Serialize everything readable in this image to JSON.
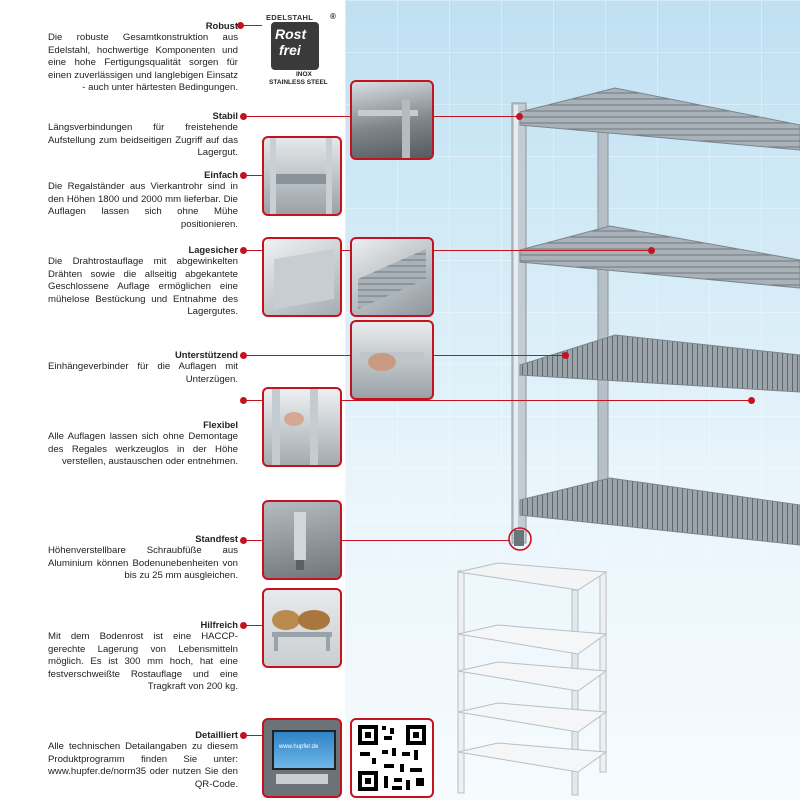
{
  "sections": [
    {
      "id": "robust",
      "title": "Robust",
      "text": "Die robuste Gesamtkonstruktion aus Edelstahl, hochwertige Komponenten und eine hohe Fertigungsqualität sorgen für einen zuverlässigen und langlebigen Einsatz - auch unter härtesten Bedingungen."
    },
    {
      "id": "stabil",
      "title": "Stabil",
      "text": "Längsverbindungen für freistehende Aufstellung zum beidseitigen Zugriff auf das Lagergut."
    },
    {
      "id": "einfach",
      "title": "Einfach",
      "text": "Die Regalständer aus Vierkantrohr sind in den Höhen 1800 und 2000 mm lieferbar. Die Auflagen lassen sich ohne Mühe positionieren."
    },
    {
      "id": "lagesicher",
      "title": "Lagesicher",
      "text": "Die Drahtrostauflage mit abgewinkelten Drähten sowie die allseitig abgekantete Geschlossene Auflage ermöglichen eine mühelose Bestückung und Entnahme des Lagergutes."
    },
    {
      "id": "unterstuetzend",
      "title": "Unterstützend",
      "text": "Einhängeverbinder für die Auflagen mit Unterzügen."
    },
    {
      "id": "flexibel",
      "title": "Flexibel",
      "text": "Alle Auflagen lassen sich ohne Demontage des Regales werkzeuglos in der Höhe verstellen, austauschen oder entnehmen."
    },
    {
      "id": "standfest",
      "title": "Standfest",
      "text": "Höhenverstellbare Schraubfüße aus Aluminium können Bodenunebenheiten von bis zu 25 mm ausgleichen."
    },
    {
      "id": "hilfreich",
      "title": "Hilfreich",
      "text": "Mit dem Bodenrost ist eine HACCP-gerechte Lagerung von Lebensmitteln möglich. Es ist 300 mm hoch, hat eine festverschweißte Rostauflage und eine Tragkraft von 200 kg."
    },
    {
      "id": "detailliert",
      "title": "Detailliert",
      "text": "Alle technischen Detailangaben zu diesem Produktprogramm finden Sie unter: www.hupfer.de/norm35 oder nutzen Sie den QR-Code."
    }
  ],
  "seal": {
    "top": "EDELSTAHL",
    "reg": "®",
    "word1": "Rost",
    "word2": "frei",
    "bottom1": "INOX",
    "bottom2": "STAINLESS STEEL"
  },
  "monitor_text": "www.hupfer.de",
  "colors": {
    "accent": "#c4121f",
    "steel": "#9aa3aa",
    "background_blue": "#cfe8f5"
  }
}
